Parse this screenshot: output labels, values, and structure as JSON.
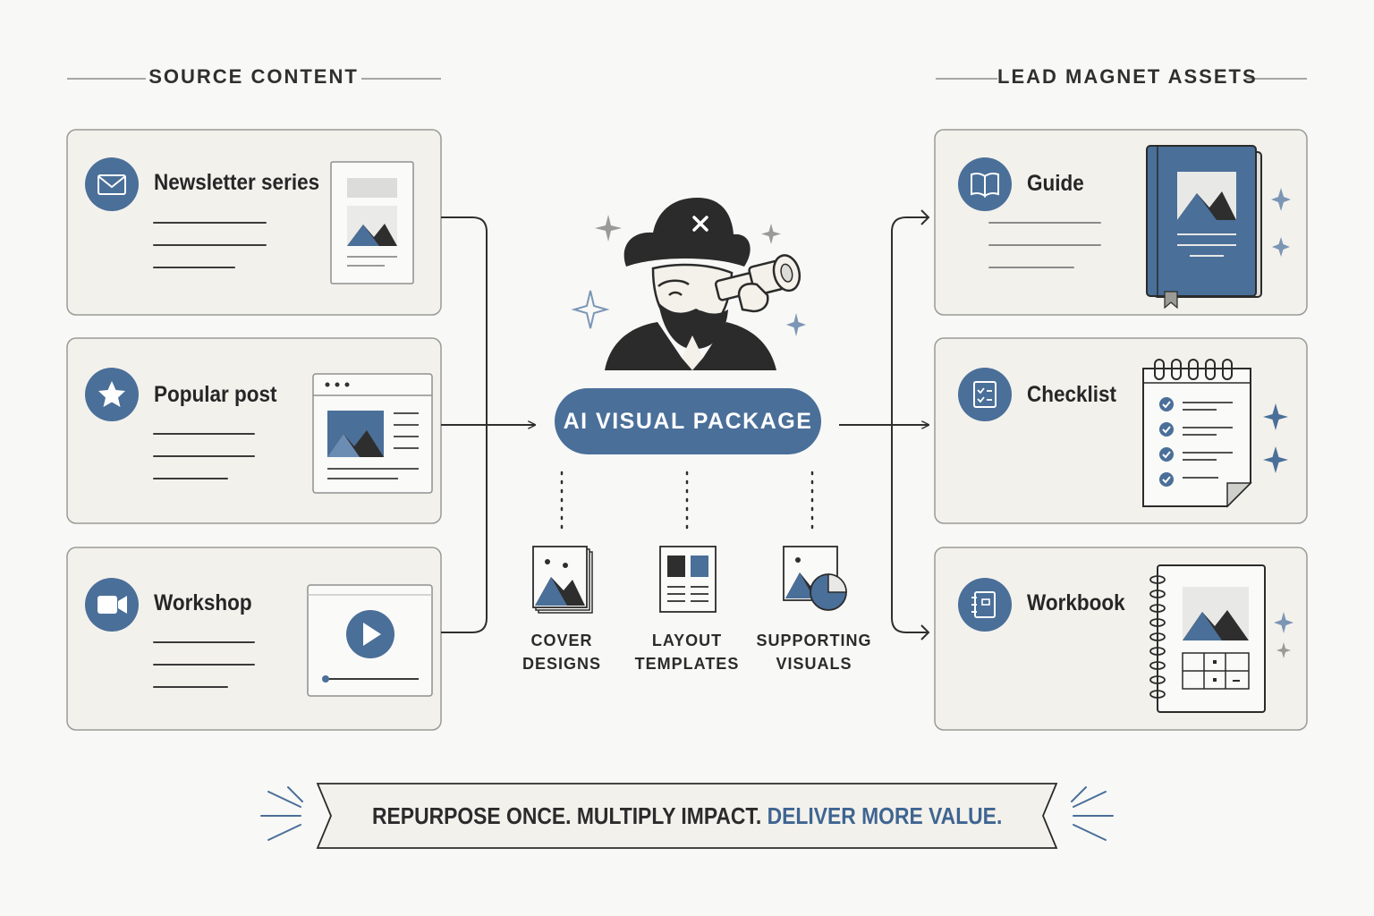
{
  "colors": {
    "accent": "#4a6f99",
    "card_bg": "#f3f1ec",
    "card_border": "#9a9a96",
    "text": "#2b2b2b",
    "sparkle": "#7b96b5"
  },
  "headers": {
    "source": "SOURCE CONTENT",
    "assets": "LEAD MAGNET ASSETS"
  },
  "sources": [
    {
      "label": "Newsletter series",
      "icon": "envelope-icon"
    },
    {
      "label": "Popular post",
      "icon": "star-icon"
    },
    {
      "label": "Workshop",
      "icon": "video-camera-icon"
    }
  ],
  "assets": [
    {
      "label": "Guide",
      "icon": "open-book-icon"
    },
    {
      "label": "Checklist",
      "icon": "checklist-icon"
    },
    {
      "label": "Workbook",
      "icon": "notebook-icon"
    }
  ],
  "center": {
    "title": "AI VISUAL PACKAGE",
    "mascot": "pirate-with-spyglass-icon"
  },
  "outputs": [
    {
      "line1": "COVER",
      "line2": "DESIGNS",
      "icon": "stacked-images-icon"
    },
    {
      "line1": "LAYOUT",
      "line2": "TEMPLATES",
      "icon": "layout-grid-icon"
    },
    {
      "line1": "SUPPORTING",
      "line2": "VISUALS",
      "icon": "image-chart-icon"
    }
  ],
  "banner": {
    "part1": "REPURPOSE ONCE. MULTIPLY IMPACT. ",
    "part2": "DELIVER MORE VALUE."
  }
}
